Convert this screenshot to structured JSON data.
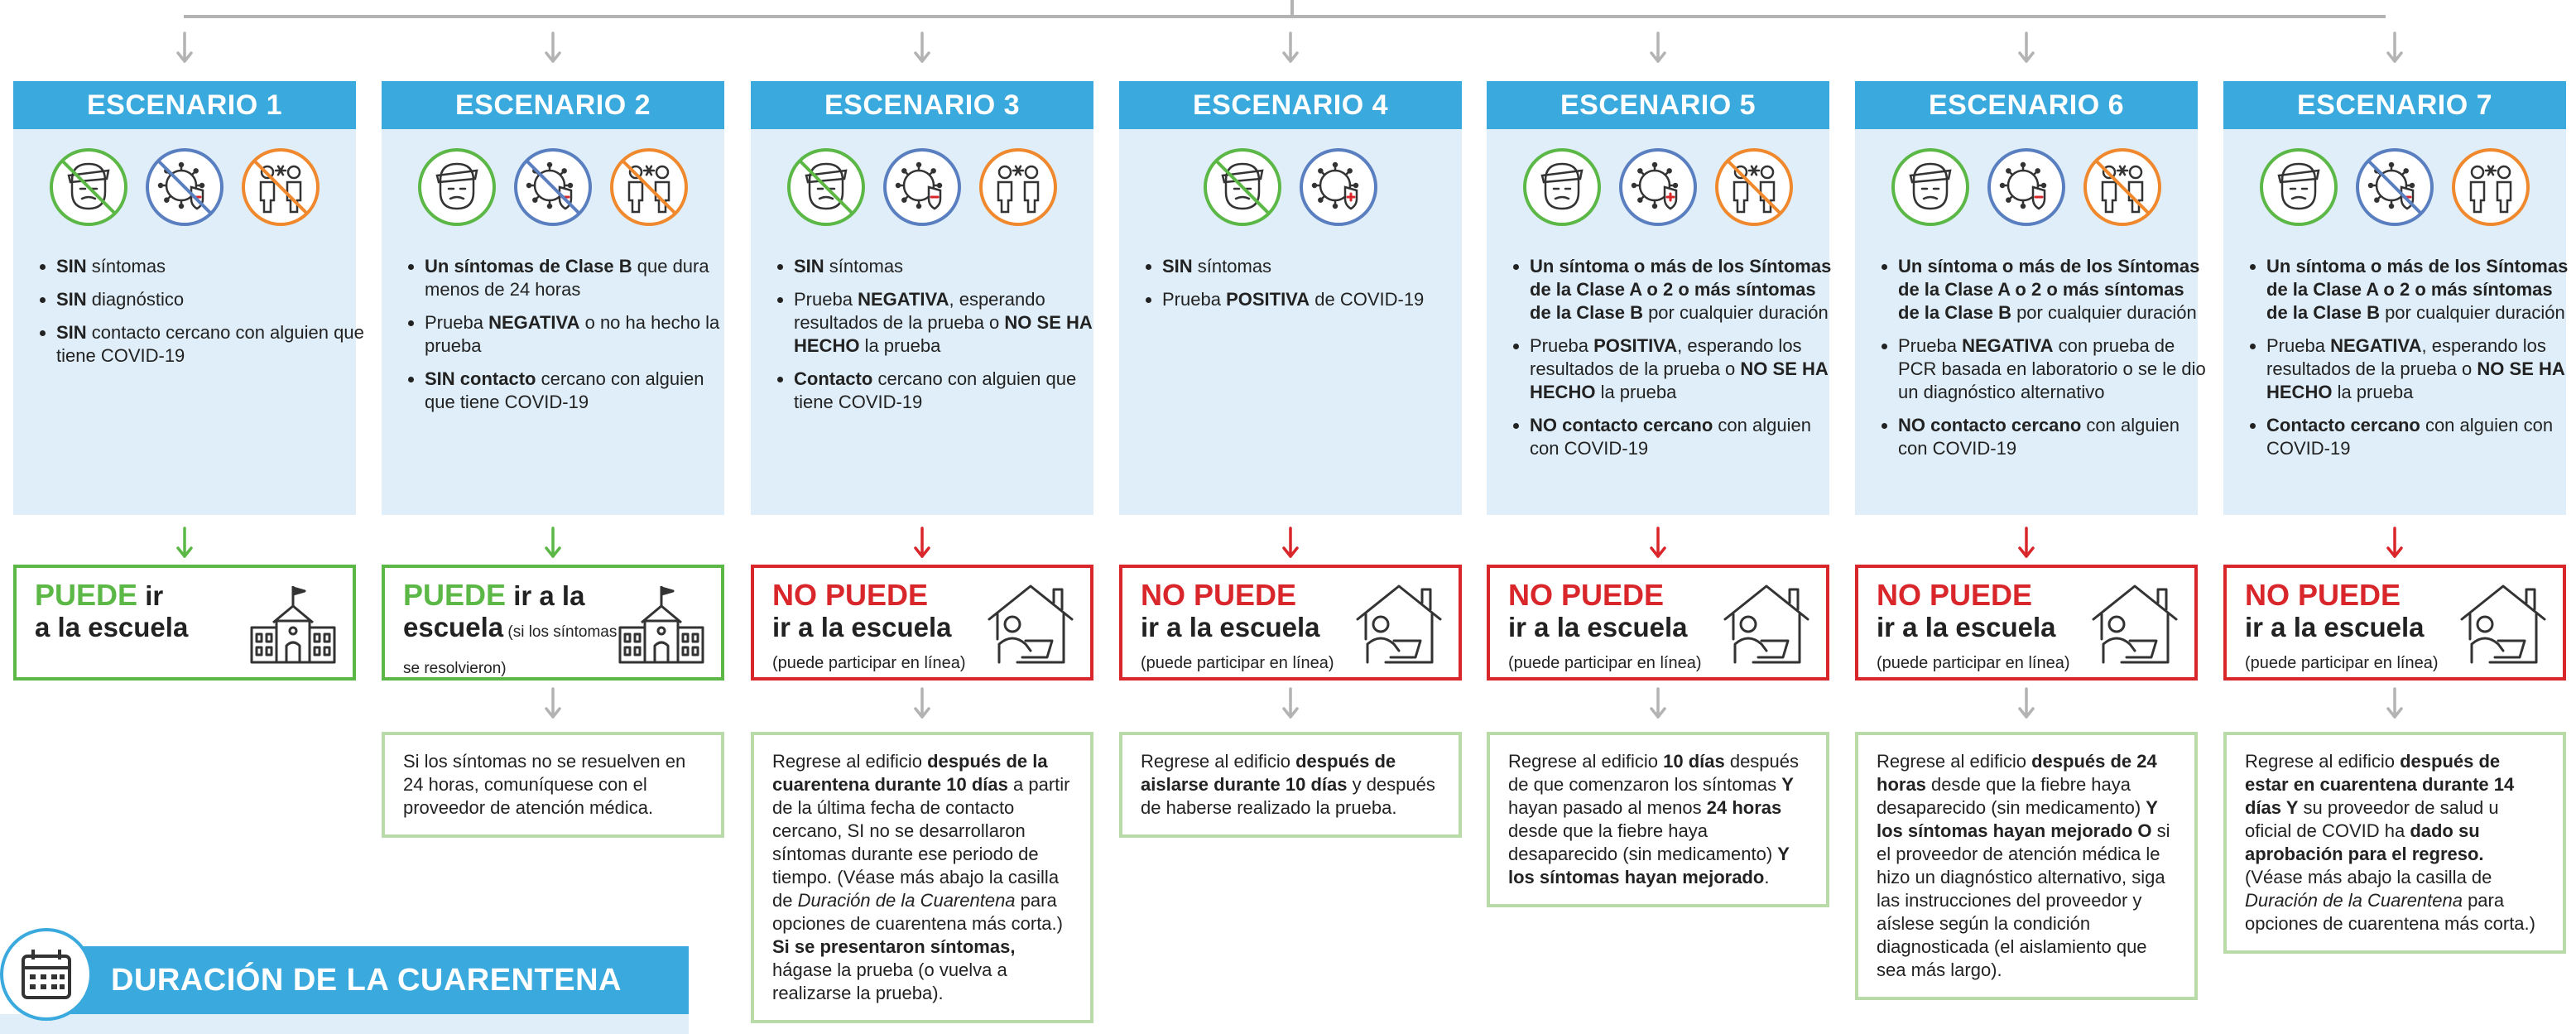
{
  "scenarios": [
    {
      "title": "ESCENARIO 1",
      "icons": [
        "no-symptoms-face-icon",
        "no-virus-test-icon",
        "no-close-contact-icon"
      ],
      "bullets": [
        [
          {
            "b": "SIN"
          },
          {
            "t": " síntomas"
          }
        ],
        [
          {
            "b": "SIN"
          },
          {
            "t": " diagnóstico"
          }
        ],
        [
          {
            "b": "SIN"
          },
          {
            "t": " contacto cercano con alguien que tiene COVID-19"
          }
        ]
      ],
      "result": {
        "status": "ok",
        "head": "PUEDE",
        "rest_inline": " ir",
        "line2": "a la escuela",
        "sub": "",
        "icon": "school-icon"
      },
      "note": null
    },
    {
      "title": "ESCENARIO 2",
      "icons": [
        "symptoms-face-icon",
        "no-virus-test-icon",
        "no-close-contact-icon"
      ],
      "bullets": [
        [
          {
            "b": "Un síntomas de Clase B"
          },
          {
            "t": " que dura menos de 24 horas"
          }
        ],
        [
          {
            "t": "Prueba "
          },
          {
            "b": "NEGATIVA"
          },
          {
            "t": " o no ha hecho la prueba"
          }
        ],
        [
          {
            "b": "SIN contacto"
          },
          {
            "t": " cercano con alguien que tiene COVID-19"
          }
        ]
      ],
      "result": {
        "status": "ok",
        "head": "PUEDE",
        "rest_inline": " ir a la",
        "line2": "escuela",
        "sub": "(si los síntomas se resolvieron)",
        "icon": "school-icon"
      },
      "note": [
        {
          "t": "Si los síntomas no se resuelven en 24 horas, comuníquese con el proveedor de atención médica."
        }
      ]
    },
    {
      "title": "ESCENARIO 3",
      "icons": [
        "no-symptoms-face-icon",
        "negative-test-icon",
        "close-contact-icon"
      ],
      "bullets": [
        [
          {
            "b": "SIN"
          },
          {
            "t": " síntomas"
          }
        ],
        [
          {
            "t": "Prueba "
          },
          {
            "b": "NEGATIVA"
          },
          {
            "t": ", esperando resultados de la prueba o "
          },
          {
            "b": "NO SE HA HECHO"
          },
          {
            "t": " la prueba"
          }
        ],
        [
          {
            "b": "Contacto"
          },
          {
            "t": " cercano con alguien que tiene COVID-19"
          }
        ]
      ],
      "result": {
        "status": "no",
        "head": "NO PUEDE",
        "rest_inline": "",
        "line2": "ir a la escuela",
        "sub": "(puede participar en línea)",
        "icon": "home-learning-icon"
      },
      "note": [
        {
          "t": "Regrese al edificio "
        },
        {
          "b": "después de la cuarentena durante 10 días"
        },
        {
          "t": " a partir de la última fecha de contacto cercano, SI no se desarrollaron síntomas durante ese periodo de tiempo. (Véase más abajo la casilla de "
        },
        {
          "i": "Duración de la Cuarentena"
        },
        {
          "t": " para opciones de cuarentena más corta.) "
        },
        {
          "b": "Si se presentaron síntomas,"
        },
        {
          "t": " hágase la prueba (o vuelva a realizarse la prueba)."
        }
      ]
    },
    {
      "title": "ESCENARIO 4",
      "icons": [
        "no-symptoms-face-icon",
        "positive-test-icon"
      ],
      "bullets": [
        [
          {
            "b": "SIN"
          },
          {
            "t": " síntomas"
          }
        ],
        [
          {
            "t": "Prueba "
          },
          {
            "b": "POSITIVA"
          },
          {
            "t": "  de COVID-19"
          }
        ]
      ],
      "result": {
        "status": "no",
        "head": "NO PUEDE",
        "rest_inline": "",
        "line2": "ir a la escuela",
        "sub": "(puede participar en línea)",
        "icon": "home-learning-icon"
      },
      "note": [
        {
          "t": "Regrese al edificio "
        },
        {
          "b": "después de aislarse durante 10 días"
        },
        {
          "t": " y después de haberse realizado la prueba."
        }
      ]
    },
    {
      "title": "ESCENARIO 5",
      "icons": [
        "symptoms-face-icon",
        "positive-test-icon",
        "no-close-contact-icon"
      ],
      "bullets": [
        [
          {
            "b": "Un síntoma o más de los Síntomas de la Clase A o 2  o más síntomas de la Clase B"
          },
          {
            "t": " por cualquier duración"
          }
        ],
        [
          {
            "t": "Prueba "
          },
          {
            "b": "POSITIVA"
          },
          {
            "t": ", esperando los resultados de la prueba o "
          },
          {
            "b": "NO  SE HA HECHO"
          },
          {
            "t": " la prueba"
          }
        ],
        [
          {
            "b": "NO contacto cercano"
          },
          {
            "t": " con alguien con COVID-19"
          }
        ]
      ],
      "result": {
        "status": "no",
        "head": "NO PUEDE",
        "rest_inline": "",
        "line2": "ir a la escuela",
        "sub": "(puede participar en línea)",
        "icon": "home-learning-icon"
      },
      "note": [
        {
          "t": "Regrese al edificio "
        },
        {
          "b": "10 días"
        },
        {
          "t": " después de que comenzaron los síntomas "
        },
        {
          "b": "Y"
        },
        {
          "t": " hayan pasado al menos "
        },
        {
          "b": "24 horas"
        },
        {
          "t": " desde que la fiebre haya desaparecido (sin medicamento) "
        },
        {
          "b": "Y los síntomas hayan mejorado"
        },
        {
          "t": "."
        }
      ]
    },
    {
      "title": "ESCENARIO 6",
      "icons": [
        "symptoms-face-icon",
        "negative-test-icon",
        "no-close-contact-icon"
      ],
      "bullets": [
        [
          {
            "b": "Un síntoma o más de los Síntomas de la Clase A o 2  o más síntomas de la Clase B"
          },
          {
            "t": " por cualquier duración"
          }
        ],
        [
          {
            "t": "Prueba "
          },
          {
            "b": "NEGATIVA"
          },
          {
            "t": " con prueba de PCR basada en laboratorio o se le dio un diagnóstico alternativo"
          }
        ],
        [
          {
            "b": "NO contacto cercano"
          },
          {
            "t": " con alguien con COVID-19"
          }
        ]
      ],
      "result": {
        "status": "no",
        "head": "NO PUEDE",
        "rest_inline": "",
        "line2": "ir a la escuela",
        "sub": "(puede participar en línea)",
        "icon": "home-learning-icon"
      },
      "note": [
        {
          "t": "Regrese al edificio "
        },
        {
          "b": "después de 24 horas"
        },
        {
          "t": " desde que la fiebre haya desaparecido (sin medicamento) "
        },
        {
          "b": "Y los síntomas hayan mejorado O"
        },
        {
          "t": " si el proveedor de atención médica le hizo un diagnóstico alternativo, siga las instrucciones del proveedor y aíslese según la condición diagnosticada (el aislamiento que sea más largo)."
        }
      ]
    },
    {
      "title": "ESCENARIO 7",
      "icons": [
        "symptoms-face-icon",
        "no-virus-test-icon",
        "close-contact-icon"
      ],
      "bullets": [
        [
          {
            "b": "Un síntoma o más de los Síntomas de la Clase A o 2  o más síntomas de la Clase B"
          },
          {
            "t": " por cualquier duración"
          }
        ],
        [
          {
            "t": "Prueba "
          },
          {
            "b": "NEGATIVA"
          },
          {
            "t": ", esperando los resultados de la prueba o "
          },
          {
            "b": "NO SE HA HECHO"
          },
          {
            "t": " la prueba"
          }
        ],
        [
          {
            "b": "Contacto cercano"
          },
          {
            "t": " con alguien con COVID-19"
          }
        ]
      ],
      "result": {
        "status": "no",
        "head": "NO PUEDE",
        "rest_inline": "",
        "line2": "ir a la escuela",
        "sub": "(puede participar en línea)",
        "icon": "home-learning-icon"
      },
      "note": [
        {
          "t": "Regrese al edificio "
        },
        {
          "b": "después de estar en cuarentena durante 14 días Y"
        },
        {
          "t": " su proveedor de salud u oficial de COVID ha "
        },
        {
          "b": "dado su aprobación para el regreso."
        },
        {
          "t": " (Véase más abajo la casilla de "
        },
        {
          "i": "Duración de la Cuarentena"
        },
        {
          "t": " para opciones de cuarentena más corta.)"
        }
      ]
    }
  ],
  "quarantine": {
    "title": "DURACIÓN DE LA CUARENTENA",
    "icon": "calendar-icon"
  },
  "colors": {
    "header": "#3aa9dd",
    "panel": "#dfeef8",
    "ok": "#5cb846",
    "no": "#d9262b",
    "note_border": "#b8dba8",
    "connector": "#b3b3b3",
    "icon_green": "#5cb846",
    "icon_blue": "#5a7fc0",
    "icon_orange": "#f0892e"
  }
}
